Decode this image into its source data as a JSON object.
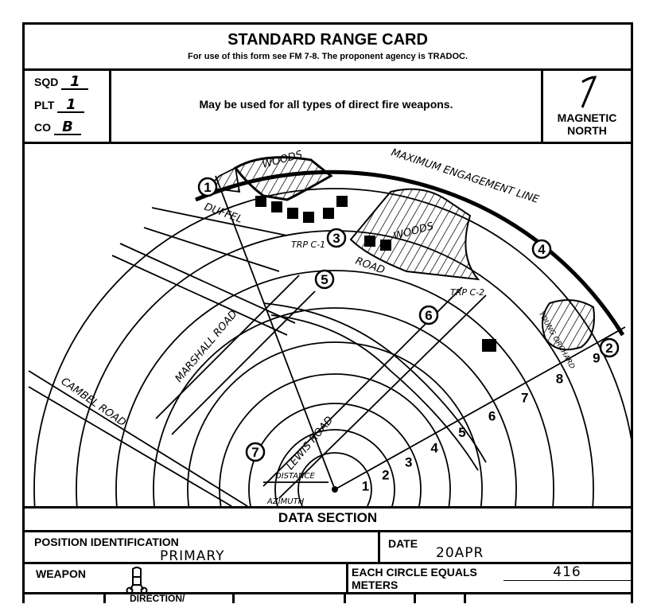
{
  "header": {
    "title": "STANDARD RANGE CARD",
    "subtitle": "For use of this form see FM 7-8.  The proponent agency is TRADOC."
  },
  "identification": {
    "sqd_label": "SQD",
    "sqd_value": "1",
    "plt_label": "PLT",
    "plt_value": "1",
    "co_label": "CO",
    "co_value": "B",
    "note": "May be used for all types of direct fire weapons.",
    "magnetic_north_line1": "MAGNETIC",
    "magnetic_north_line2": "NORTH"
  },
  "sketch": {
    "max_engagement_line": "MAXIMUM ENGAGEMENT LINE",
    "woods_1": "WOODS",
    "woods_2": "WOODS",
    "duffel": "DUFFEL",
    "road": "ROAD",
    "trp_c1": "TRP C-1",
    "trp_c2": "TRP C-2",
    "marshall_road": "MARSHALL ROAD",
    "cambel_road": "CAMBEL ROAD",
    "lewis_road": "LEWIS ROAD",
    "young_orchard": "YOUNG ORCHARD",
    "distance": "DISTANCE",
    "azimuth": "AZIMUTH",
    "targets": [
      "1",
      "2",
      "3",
      "4",
      "5",
      "6",
      "7"
    ],
    "rings": [
      "1",
      "2",
      "3",
      "4",
      "5",
      "6",
      "7",
      "8",
      "9"
    ]
  },
  "data_section": {
    "title": "DATA SECTION",
    "position_label": "POSITION IDENTIFICATION",
    "position_value": "PRIMARY",
    "date_label": "DATE",
    "date_value": "20APR",
    "weapon_label": "WEAPON",
    "weapon_icon": "machine-gun-symbol",
    "circle_label_1": "EACH CIRCLE EQUALS",
    "circle_label_2": "METERS",
    "circle_value": "416",
    "table_header_partial": "DIRECTION/"
  }
}
